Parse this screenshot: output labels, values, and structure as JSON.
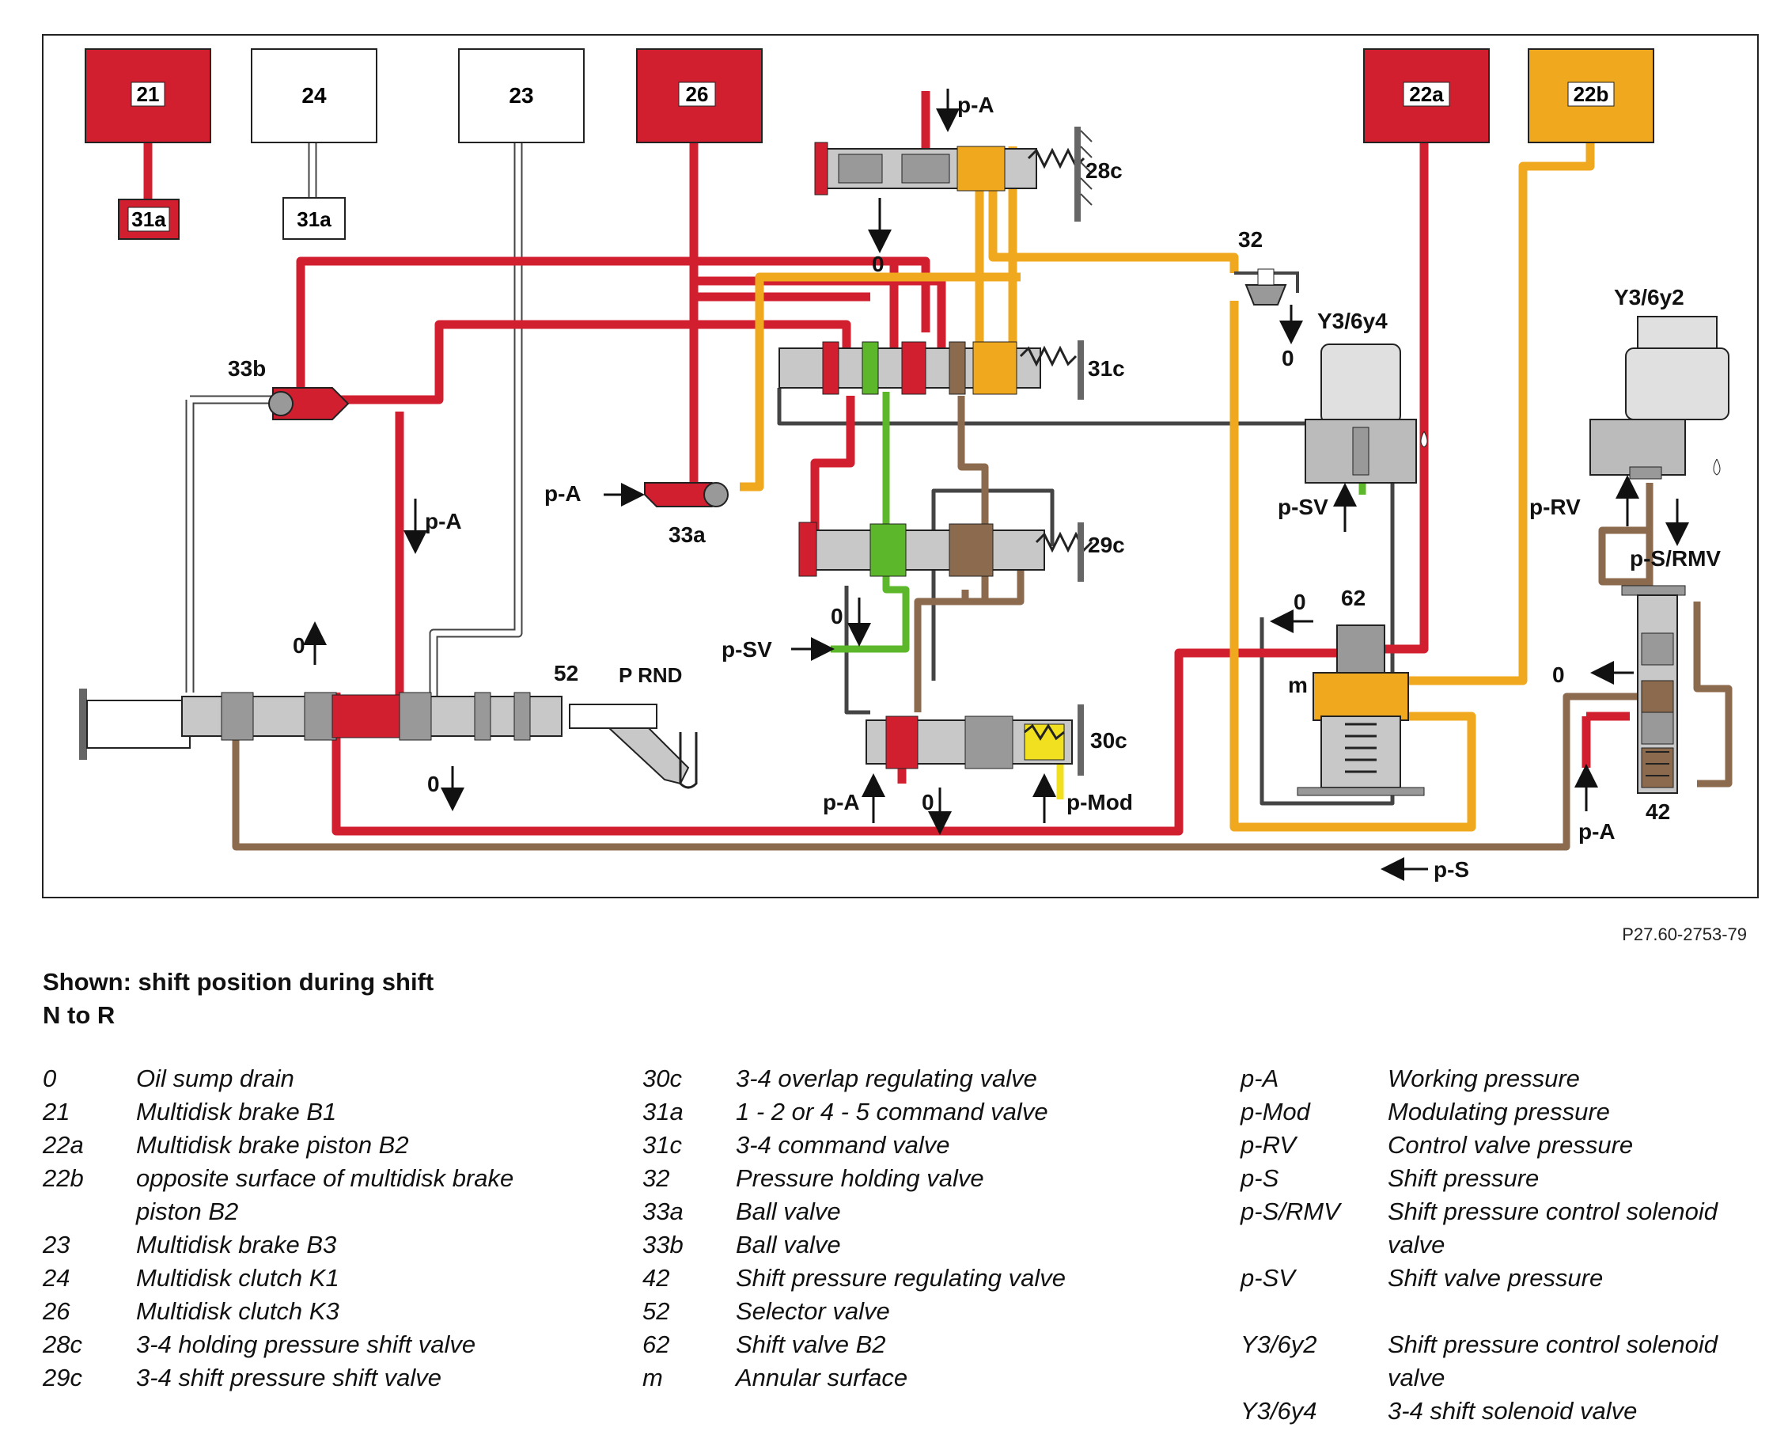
{
  "colors": {
    "working": "#d11f30",
    "shift": "#8b6a4e",
    "valve_pressure": "#5cb82a",
    "modulating": "#f0e020",
    "b2_opposite": "#f0a81e",
    "drain": "#ffffff",
    "housing": "#b8b8b8"
  },
  "boxes": {
    "b21": "21",
    "b24": "24",
    "b23": "23",
    "b26": "26",
    "b22a": "22a",
    "b22b": "22b",
    "s31a_red": "31a",
    "s31a_white": "31a"
  },
  "labels": {
    "pA_top": "p-A",
    "l28c": "28c",
    "zero_28c": "0",
    "l32": "32",
    "zero_32": "0",
    "y3_6y4": "Y3/6y4",
    "y3_6y2": "Y3/6y2",
    "l33b": "33b",
    "l31c": "31c",
    "pA_33a": "p-A",
    "l33a": "33a",
    "pA_left": "p-A",
    "pSV_right": "p-SV",
    "pRV": "p-RV",
    "pS_RMV": "p-S/RMV",
    "l29c": "29c",
    "zero_29c": "0",
    "l62": "62",
    "zero_62": "0",
    "pSV_left": "p-SV",
    "zero_selector_up": "0",
    "l52": "52",
    "prnd": "P RND",
    "m": "m",
    "zero_42": "0",
    "l30c": "30c",
    "zero_selector_down": "0",
    "pA_30c": "p-A",
    "zero_30c": "0",
    "pMod": "p-Mod",
    "l42": "42",
    "pA_42": "p-A",
    "pS_bottom": "p-S"
  },
  "figure_ref": "P27.60-2753-79",
  "shown_line1": "Shown: shift position during shift",
  "shown_line2": "N to R",
  "legend": {
    "col1": [
      {
        "k": "0",
        "v": "Oil sump drain"
      },
      {
        "k": "21",
        "v": "Multidisk brake B1"
      },
      {
        "k": "22a",
        "v": "Multidisk brake piston B2"
      },
      {
        "k": "22b",
        "v": "opposite surface of multidisk brake"
      },
      {
        "k": "",
        "v": "piston B2"
      },
      {
        "k": "23",
        "v": "Multidisk brake B3"
      },
      {
        "k": "24",
        "v": "Multidisk clutch K1"
      },
      {
        "k": "26",
        "v": "Multidisk clutch K3"
      },
      {
        "k": "28c",
        "v": "3-4 holding pressure shift valve"
      },
      {
        "k": "29c",
        "v": "3-4 shift pressure shift valve"
      }
    ],
    "col2": [
      {
        "k": "30c",
        "v": "3-4 overlap regulating valve"
      },
      {
        "k": "31a",
        "v": "1 - 2 or 4 - 5 command valve"
      },
      {
        "k": "31c",
        "v": "3-4 command valve"
      },
      {
        "k": "32",
        "v": "Pressure holding valve"
      },
      {
        "k": "33a",
        "v": "Ball valve"
      },
      {
        "k": "33b",
        "v": "Ball valve"
      },
      {
        "k": "42",
        "v": "Shift pressure regulating valve"
      },
      {
        "k": "52",
        "v": "Selector valve"
      },
      {
        "k": "62",
        "v": "Shift valve B2"
      },
      {
        "k": "m",
        "v": "Annular surface"
      }
    ],
    "col3": [
      {
        "k": "p-A",
        "v": "Working pressure"
      },
      {
        "k": "p-Mod",
        "v": "Modulating pressure"
      },
      {
        "k": "p-RV",
        "v": "Control valve pressure"
      },
      {
        "k": "p-S",
        "v": "Shift pressure"
      },
      {
        "k": "p-S/RMV",
        "v": "Shift pressure control solenoid"
      },
      {
        "k": "",
        "v": "valve"
      },
      {
        "k": "p-SV",
        "v": "Shift valve pressure"
      },
      {
        "k": "",
        "v": ""
      },
      {
        "k": "Y3/6y2",
        "v": "Shift pressure control solenoid"
      },
      {
        "k": "",
        "v": "valve"
      },
      {
        "k": "Y3/6y4",
        "v": "3-4 shift solenoid valve"
      }
    ]
  }
}
